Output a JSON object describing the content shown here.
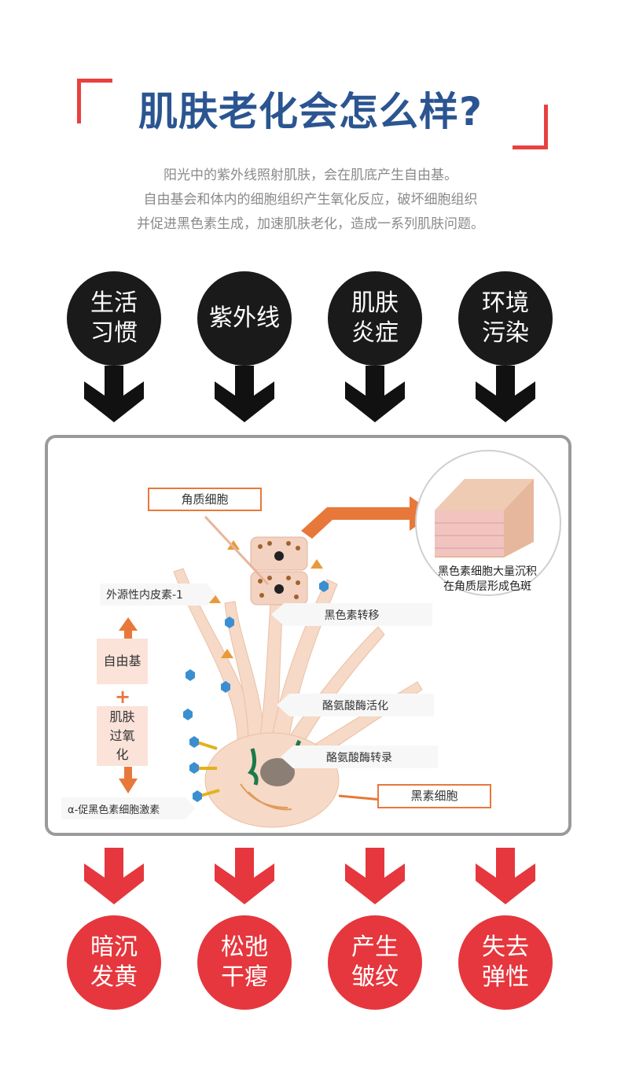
{
  "title": "肌肤老化会怎么样?",
  "intro": [
    "阳光中的紫外线照射肌肤，会在肌底产生自由基。",
    "自由基会和体内的细胞组织产生氧化反应，破坏细胞组织",
    "并促进黑色素生成，加速肌肤老化，造成一系列肌肤问题。"
  ],
  "causes": [
    {
      "line1": "生活",
      "line2": "习惯"
    },
    {
      "line1": "紫外线",
      "line2": ""
    },
    {
      "line1": "肌肤",
      "line2": "炎症"
    },
    {
      "line1": "环境",
      "line2": "污染"
    }
  ],
  "diagram": {
    "keratinocyte": "角质细胞",
    "inset_caption_1": "黑色素细胞大量沉积",
    "inset_caption_2": "在角质层形成色斑",
    "endothelin": "外源性内皮素-1",
    "free_radical": "自由基",
    "plus": "+",
    "skin_peroxidation": "肌肤过氧化",
    "alpha_msh": "α-促黑色素细胞激素",
    "melanin_transfer": "黑色素转移",
    "tyrosinase_activation": "酪氨酸酶活化",
    "tyrosinase_transcription": "酪氨酸酶转录",
    "melanocyte": "黑素细胞"
  },
  "effects": [
    {
      "line1": "暗沉",
      "line2": "发黄"
    },
    {
      "line1": "松弛",
      "line2": "干瘪"
    },
    {
      "line1": "产生",
      "line2": "皱纹"
    },
    {
      "line1": "失去",
      "line2": "弹性"
    }
  ],
  "colors": {
    "title": "#2b5591",
    "accent_red": "#e5373d",
    "dark": "#1a1a1a",
    "orange": "#e8783a",
    "pink_box": "#fbe3da"
  }
}
